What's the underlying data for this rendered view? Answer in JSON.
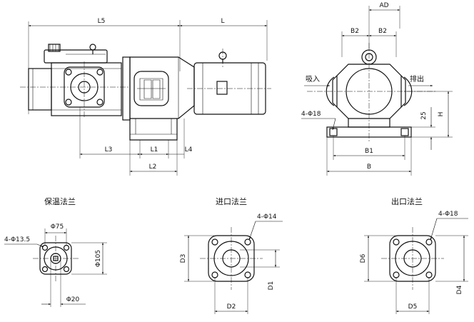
{
  "side_view": {
    "dims": {
      "L5": "L5",
      "L": "L",
      "L3": "L3",
      "L1": "L1",
      "L4": "L4",
      "L2": "L2"
    }
  },
  "end_view": {
    "dims": {
      "AD": "AD",
      "B2_left": "B2",
      "B2_right": "B2",
      "B1": "B1",
      "B": "B",
      "H": "H",
      "H25": "25",
      "bolt_holes": "4-Φ18"
    },
    "inlet_label": "吸入",
    "outlet_label": "排出"
  },
  "flanges": {
    "insulation": {
      "title": "保温法兰",
      "bolt_holes": "4-Φ13.5",
      "d75": "Φ75",
      "d105": "Φ105",
      "d20": "Φ20"
    },
    "inlet": {
      "title": "进口法兰",
      "bolt_holes": "4-Φ14",
      "D3": "D3",
      "D1": "D1",
      "D2": "D2"
    },
    "outlet": {
      "title": "出口法兰",
      "bolt_holes": "4-Φ18",
      "D6": "D6",
      "D4": "D4",
      "D5": "D5"
    }
  }
}
